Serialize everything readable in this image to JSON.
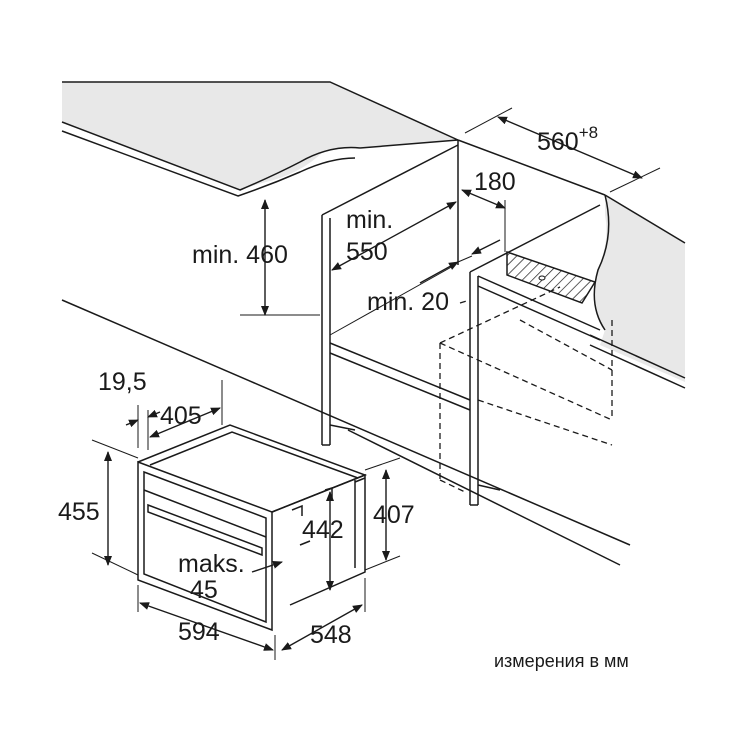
{
  "unit_note": "измерения в мм",
  "niche": {
    "min_460": "min. 460",
    "min_550_a": "min.",
    "min_550_b": "550",
    "min_20": "min. 20",
    "width_main": "560",
    "width_sup": "+8",
    "vent_180": "180"
  },
  "appliance": {
    "d_19_5": "19,5",
    "d_405": "405",
    "d_455": "455",
    "d_442": "442",
    "d_407": "407",
    "maks_a": "maks.",
    "maks_b": "45",
    "d_594": "594",
    "d_548": "548"
  },
  "colors": {
    "line": "#1a1a1a",
    "counter_fill": "#e8e8e8",
    "hatch": "#1a1a1a"
  }
}
